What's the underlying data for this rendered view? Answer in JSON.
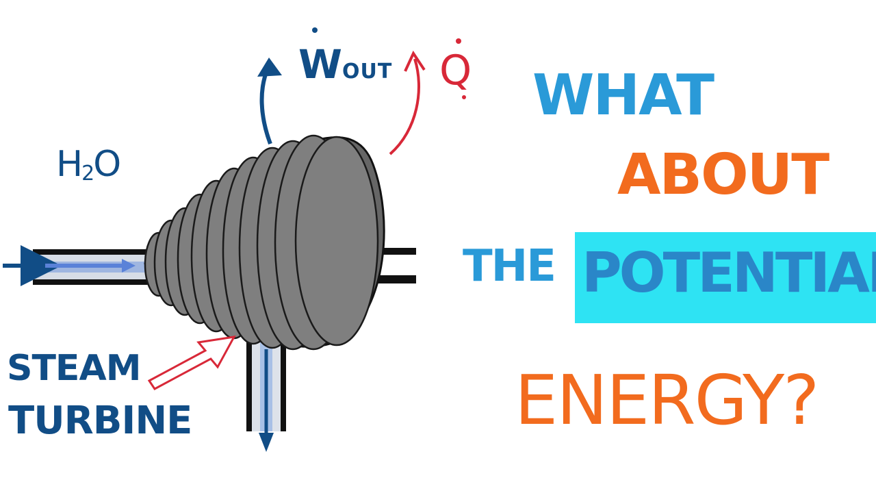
{
  "diagram": {
    "fluid_label": "H",
    "fluid_label_sub": "2",
    "fluid_label_end": "O",
    "work_label": "W",
    "work_label_sub": "OUT",
    "heat_label": "Q",
    "component_label_line1": "STEAM",
    "component_label_line2": "TURBINE",
    "colors": {
      "blue_ink": "#114d86",
      "red_ink": "#d82838",
      "turbine_gray": "#7a7a7a",
      "pipe_dark": "#111111"
    }
  },
  "question": {
    "line1": "WHAT",
    "line2": "ABOUT",
    "line3": "THE",
    "line4_highlight": "POTENTIAL",
    "line5": "ENERGY?",
    "colors": {
      "blue": "#2a9ad8",
      "orange": "#f26b1e",
      "highlight": "#2ee3f3"
    }
  }
}
